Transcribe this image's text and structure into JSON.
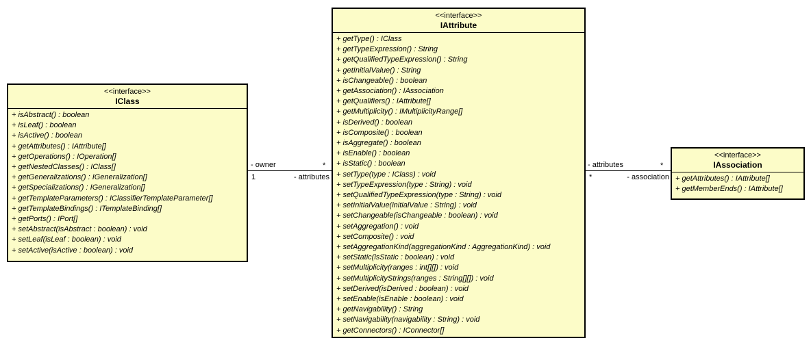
{
  "diagram": {
    "background_color": "#FFFFFF",
    "box_fill_color": "#FCFCC8",
    "border_color": "#000000",
    "classes": [
      {
        "stereotype": "<<interface>>",
        "name": "IClass",
        "methods": [
          "+ isAbstract() : boolean",
          "+ isLeaf() : boolean",
          "+ isActive() : boolean",
          "+ getAttributes() : IAttribute[]",
          "+ getOperations() : IOperation[]",
          "+ getNestedClasses() : IClass[]",
          "+ getGeneralizations() : IGeneralization[]",
          "+ getSpecializations() : IGeneralization[]",
          "+ getTemplateParameters() : IClassifierTemplateParameter[]",
          "+ getTemplateBindings() : ITemplateBinding[]",
          "+ getPorts() : IPort[]",
          "+ setAbstract(isAbstract : boolean) : void",
          "+ setLeaf(isLeaf : boolean) : void",
          "+ setActive(isActive : boolean) : void"
        ]
      },
      {
        "stereotype": "<<interface>>",
        "name": "IAttribute",
        "methods": [
          "+ getType() : IClass",
          "+ getTypeExpression() : String",
          "+ getQualifiedTypeExpression() : String",
          "+ getInitialValue() : String",
          "+ isChangeable() : boolean",
          "+ getAssociation() : IAssociation",
          "+ getQualifiers() : IAttribute[]",
          "+ getMultiplicity() : IMultiplicityRange[]",
          "+ isDerived() : boolean",
          "+ isComposite() : boolean",
          "+ isAggregate() : boolean",
          "+ isEnable() : boolean",
          "+ isStatic() : boolean",
          "+ setType(type : IClass) : void",
          "+ setTypeExpression(type : String) : void",
          "+ setQualifiedTypeExpression(type : String) : void",
          "+ setInitialValue(initialValue : String) : void",
          "+ setChangeable(isChangeable : boolean) : void",
          "+ setAggregation() : void",
          "+ setComposite() : void",
          "+ setAggregationKind(aggregationKind : AggregationKind) : void",
          "+ setStatic(isStatic : boolean) : void",
          "+ setMultiplicity(ranges : int[][]) : void",
          "+ setMultiplicityStrings(ranges : String[][]) : void",
          "+ setDerived(isDerived : boolean) : void",
          "+ setEnable(isEnable : boolean) : void",
          "+ getNavigability() : String",
          "+ setNavigability(navigability : String) : void",
          "+ getConnectors() : IConnector[]"
        ]
      },
      {
        "stereotype": "<<interface>>",
        "name": "IAssociation",
        "methods": [
          "+ getAttributes() : IAttribute[]",
          "+ getMemberEnds() : IAttribute[]"
        ]
      }
    ],
    "associations": [
      {
        "from": "IClass",
        "to": "IAttribute",
        "labels": {
          "top_left": "- owner",
          "top_right": "*",
          "bottom_left": "1",
          "bottom_right": "- attributes"
        }
      },
      {
        "from": "IAttribute",
        "to": "IAssociation",
        "labels": {
          "top_left": "- attributes",
          "top_right": "*",
          "bottom_left": "*",
          "bottom_right": "- association"
        }
      }
    ]
  }
}
